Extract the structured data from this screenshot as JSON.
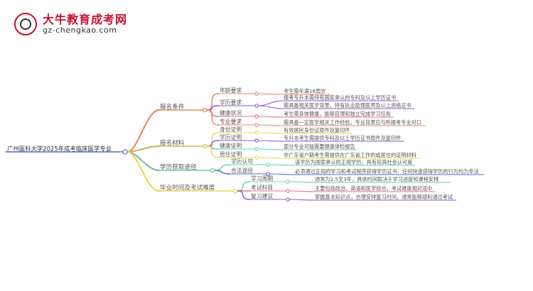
{
  "brand": {
    "title": "大牛教育成考网",
    "url": "gz-chengkao.com"
  },
  "colors": {
    "root": "#5b6bd8",
    "报名条件": "#e88b61",
    "报名材料": "#d7b35f",
    "学历获取途径": "#74c5a7",
    "毕业时间及考试难度": "#f0d44d",
    "orange": "#e88b61",
    "purple": "#8d5ad8",
    "pink": "#e56f9b",
    "green": "#6ad1b0",
    "yellow": "#ecd94d",
    "blue": "#5b6bd8"
  },
  "root": {
    "label": "广州医科大学2025年成考临床医学专业"
  },
  "branches": [
    {
      "label": "报名条件",
      "children": [
        {
          "label": "年龄要求",
          "leaves": [
            "考生需年满18周岁"
          ]
        },
        {
          "label": "学历要求",
          "leaves": [
            "报考专升本需持有国家承认的专科及以上学历证书",
            "需具备相关医学背景，持有执业助理医师及以上资格证书"
          ]
        },
        {
          "label": "健康状况",
          "leaves": [
            "考生需身体健康，能够自理和独立完成学习任务"
          ]
        },
        {
          "label": "专业要求",
          "leaves": [
            "需具备一定医学相关工作经验，专业背景应与所报考专业对口"
          ]
        }
      ]
    },
    {
      "label": "报名材料",
      "children": [
        {
          "label": "身份证明",
          "leaves": [
            "有效居民身份证原件及复印件"
          ]
        },
        {
          "label": "学历证明",
          "leaves": [
            "专升本考生需提供专科及以上学历证书原件及复印件"
          ]
        },
        {
          "label": "健康证明",
          "leaves": [
            "部分专业可能需要健康体检报告"
          ]
        },
        {
          "label": "居住证明",
          "leaves": [
            "非广东省户籍考生需提供在广东省工作的或居住的证明材料"
          ]
        }
      ]
    },
    {
      "label": "学历获取途径",
      "children": [
        {
          "label": "学历认可",
          "leaves": [
            "该学历为国家承认的正规学历，具有较高社会认可度"
          ]
        },
        {
          "label": "合法途径",
          "leaves": [
            "必须通过正规的学习和考试程序获得学历证书，任何快速获得学历的行为均为非法"
          ]
        }
      ]
    },
    {
      "label": "毕业时间及考试难度",
      "children": [
        {
          "label": "学习周期",
          "leaves": [
            "通常为2.5至3年，具体时间取决于学习进度和课程安排"
          ]
        },
        {
          "label": "考试科目",
          "leaves": [
            "主要包括政治、英语和医学综合，考试难度相对适中"
          ]
        },
        {
          "label": "复习建议",
          "leaves": [
            "掌握基本知识点，合理安排复习时间，通常能够顺利通过考试"
          ]
        }
      ]
    }
  ]
}
